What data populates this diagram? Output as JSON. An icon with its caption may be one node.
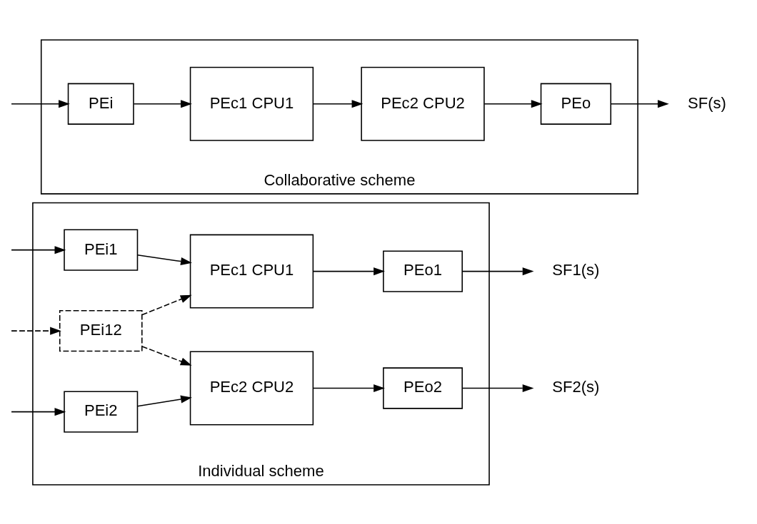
{
  "diagram": {
    "nodes": [
      {
        "text": [
          "Individual scheme"
        ]
      },
      {
        "text": [
          "PEi1"
        ],
        "in": 0
      },
      {
        "text": [
          "PEc1 CPU1"
        ],
        "in": 0
      },
      {
        "text": [
          "PEo1"
        ],
        "in": 0
      },
      {
        "text": [
          "SF1(s)"
        ]
      },
      {
        "text": [
          "PEi12"
        ],
        "in": 0
      },
      {
        "text": [
          "PEi2"
        ],
        "in": 0
      },
      {
        "text": [
          "PEc2 CPU2"
        ],
        "in": 0
      },
      {
        "text": [
          "PEo2"
        ],
        "in": 0
      },
      {
        "text": [
          "SF2(s)"
        ]
      },
      {
        "text": [
          "Collaborative scheme"
        ]
      },
      {
        "text": [
          "PEi"
        ],
        "in": 10
      },
      {
        "text": [
          "PEc1 CPU1"
        ],
        "in": 10
      },
      {
        "text": [
          "PEc2 CPU2"
        ],
        "in": 10
      },
      {
        "text": [
          "PEo"
        ],
        "in": 10
      },
      {
        "text": [
          "SF(s)"
        ]
      }
    ],
    "edges": [
      {
        "from": null,
        "to": 1,
        "arrow": "to"
      },
      {
        "from": 1,
        "to": 2,
        "arrow": "to"
      },
      {
        "from": 2,
        "to": 3,
        "arrow": "to"
      },
      {
        "from": 3,
        "to": 4,
        "arrow": "to"
      },
      {
        "from": null,
        "to": 5,
        "arrow": "to",
        "style": "dashed"
      },
      {
        "from": 5,
        "to": 2,
        "arrow": "to",
        "style": "dashed"
      },
      {
        "from": 5,
        "to": 7,
        "arrow": "to",
        "style": "dashed"
      },
      {
        "from": null,
        "to": 6,
        "arrow": "to"
      },
      {
        "from": 6,
        "to": 7,
        "arrow": "to"
      },
      {
        "from": 7,
        "to": 8,
        "arrow": "to"
      },
      {
        "from": 8,
        "to": 9,
        "arrow": "to"
      },
      {
        "from": null,
        "to": 11,
        "arrow": "to"
      },
      {
        "from": 11,
        "to": 12,
        "arrow": "to"
      },
      {
        "from": 12,
        "to": 13,
        "arrow": "to"
      },
      {
        "from": 13,
        "to": 14,
        "arrow": "to"
      },
      {
        "from": 14,
        "to": 15,
        "arrow": "to"
      }
    ]
  }
}
